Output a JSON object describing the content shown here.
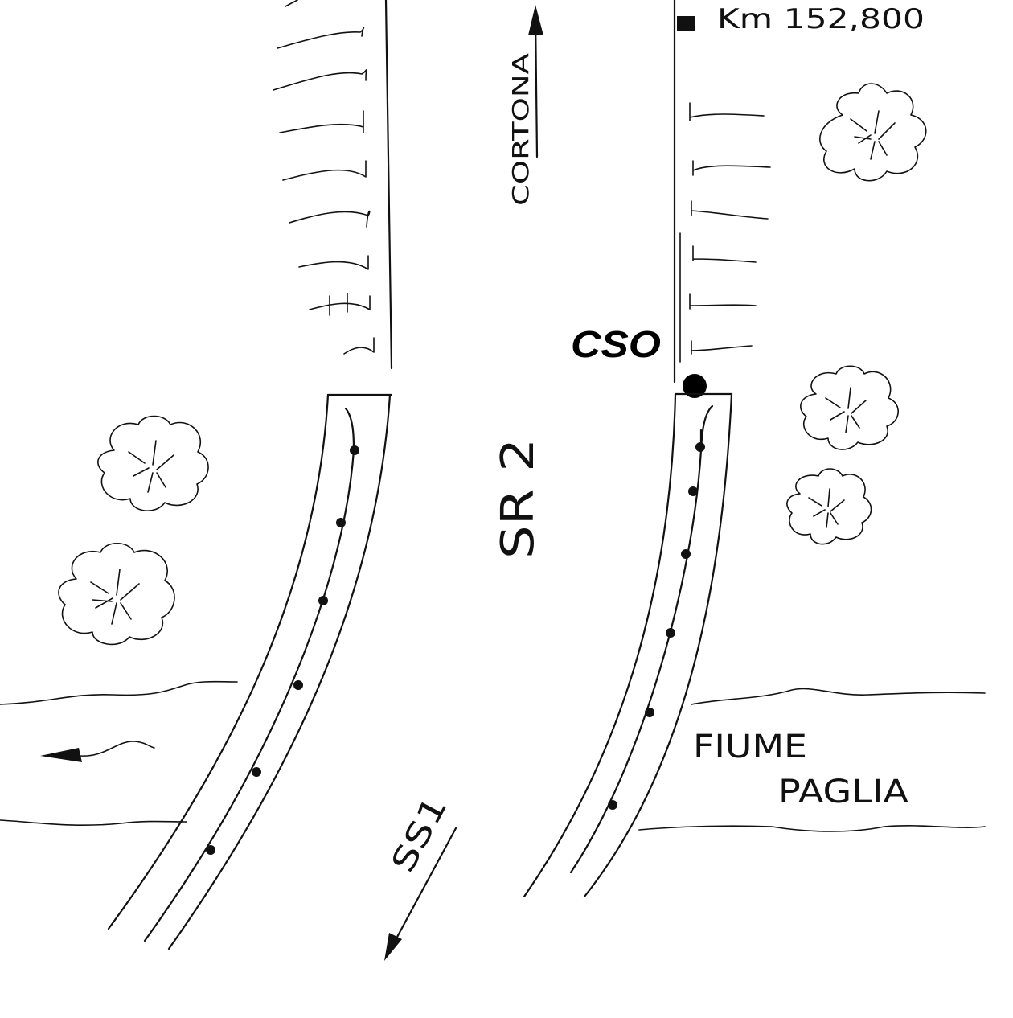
{
  "labels": {
    "km": "Km 152,800",
    "cortona": "CORTONA",
    "cso": "CSO",
    "sr2": "SR 2",
    "ss1": "SS1",
    "river_line1": "FIUME",
    "river_line2": "PAGLIA"
  },
  "colors": {
    "ink": "#111111",
    "paper": "#ffffff"
  }
}
